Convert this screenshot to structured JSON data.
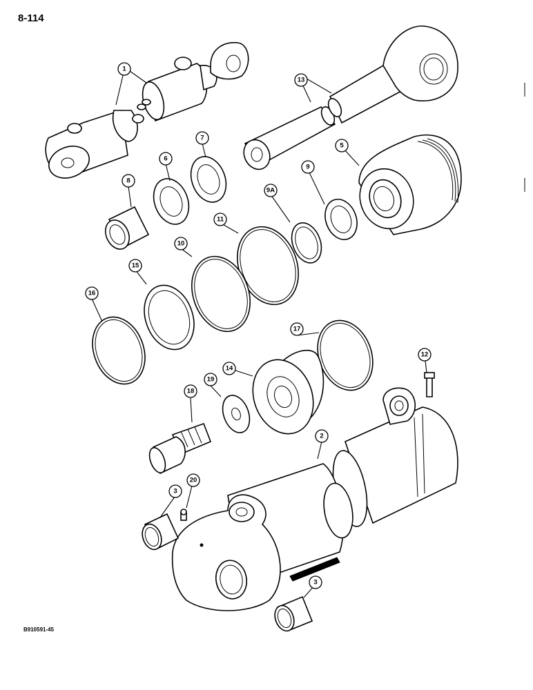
{
  "page": {
    "number": "8-114",
    "footer_code": "B910591-45"
  },
  "callouts": [
    {
      "key": "c1",
      "label": "1"
    },
    {
      "key": "c2",
      "label": "2"
    },
    {
      "key": "c3a",
      "label": "3"
    },
    {
      "key": "c3b",
      "label": "3"
    },
    {
      "key": "c5",
      "label": "5"
    },
    {
      "key": "c6",
      "label": "6"
    },
    {
      "key": "c7",
      "label": "7"
    },
    {
      "key": "c8",
      "label": "8"
    },
    {
      "key": "c9",
      "label": "9"
    },
    {
      "key": "c9a",
      "label": "9A"
    },
    {
      "key": "c10",
      "label": "10"
    },
    {
      "key": "c11",
      "label": "11"
    },
    {
      "key": "c12",
      "label": "12"
    },
    {
      "key": "c13",
      "label": "13"
    },
    {
      "key": "c14",
      "label": "14"
    },
    {
      "key": "c15",
      "label": "15"
    },
    {
      "key": "c16",
      "label": "16"
    },
    {
      "key": "c17",
      "label": "17"
    },
    {
      "key": "c18",
      "label": "18"
    },
    {
      "key": "c19",
      "label": "19"
    },
    {
      "key": "c20",
      "label": "20"
    }
  ]
}
